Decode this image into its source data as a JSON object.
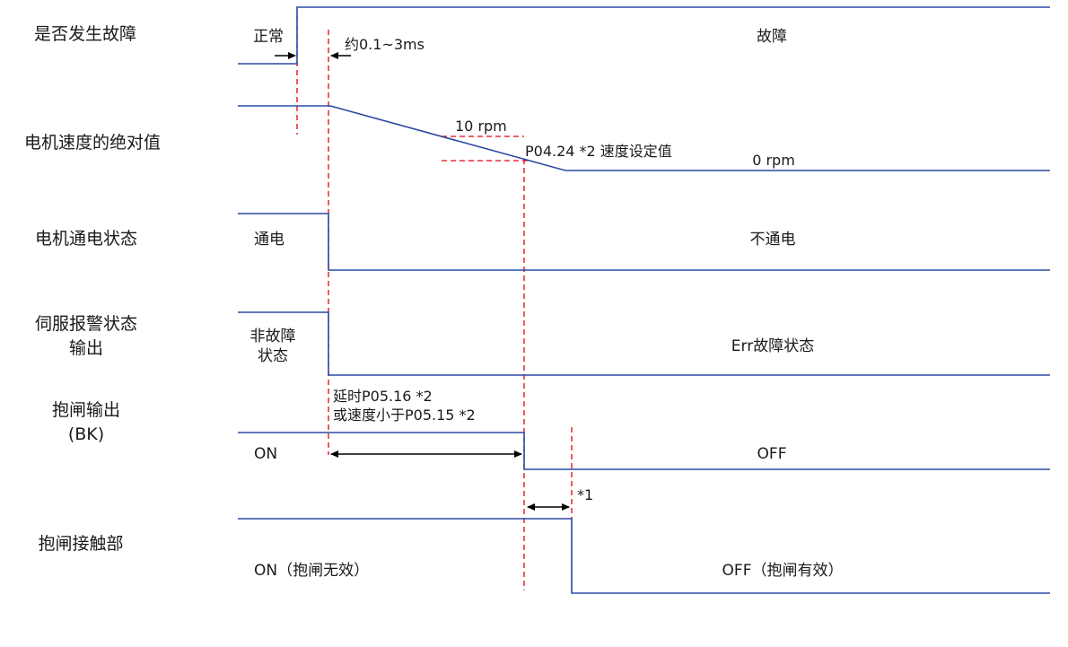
{
  "colors": {
    "waveform": "#2b4aa3",
    "marker": "#e60012",
    "text": "#1a1a1a"
  },
  "rows": {
    "fault": {
      "label": "是否发生故障",
      "left_state": "正常",
      "right_state": "故障",
      "delay_note": "约0.1~3ms"
    },
    "speed": {
      "label": "电机速度的绝对值",
      "threshold_upper": "10 rpm",
      "threshold_setting": "P04.24 *2 速度设定值",
      "right_state": "0 rpm"
    },
    "power": {
      "label": "电机通电状态",
      "left_state": "通电",
      "right_state": "不通电"
    },
    "alarm": {
      "label_line1": "伺服报警状态",
      "label_line2": "输出",
      "left_state_line1": "非故障",
      "left_state_line2": "状态",
      "right_state": "Err故障状态"
    },
    "brake_output": {
      "label_line1": "抱闸输出",
      "label_line2": "(BK)",
      "condition_line1": "延时P05.16 *2",
      "condition_line2": "或速度小于P05.15 *2",
      "left_state": "ON",
      "right_state": "OFF",
      "footnote": "*1"
    },
    "brake_contact": {
      "label": "抱闸接触部",
      "left_state": "ON（抱闸无效）",
      "right_state": "OFF（抱闸有效）"
    }
  }
}
